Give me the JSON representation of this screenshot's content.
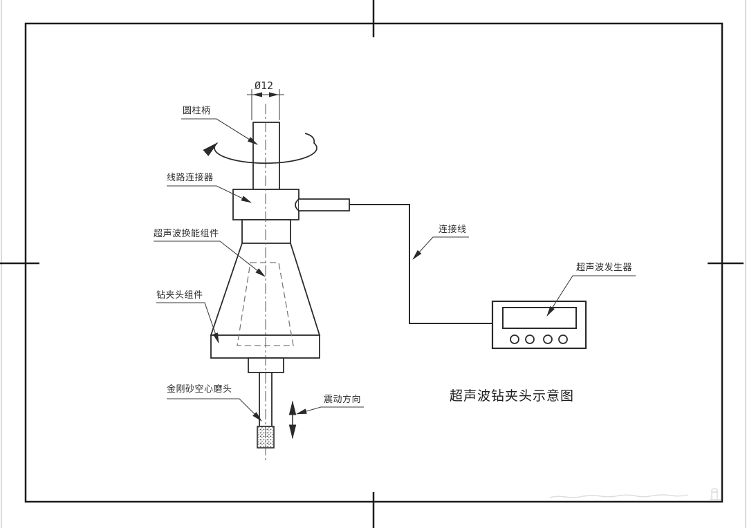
{
  "drawing": {
    "title": "超声波钻夹头示意图",
    "dimension": "Ø12",
    "labels": {
      "shank": "圆柱柄",
      "connector": "线路连接器",
      "transducer": "超声波换能组件",
      "chuck": "钻夹头组件",
      "grinding_head": "金刚砂空心磨头",
      "vibration": "震动方向",
      "cable": "连接线",
      "generator": "超声波发生器"
    },
    "colors": {
      "line": "#2a2a2a",
      "frame": "#1b1b1b",
      "hidden_line": "#7a7a7a",
      "background": "#ffffff"
    }
  }
}
